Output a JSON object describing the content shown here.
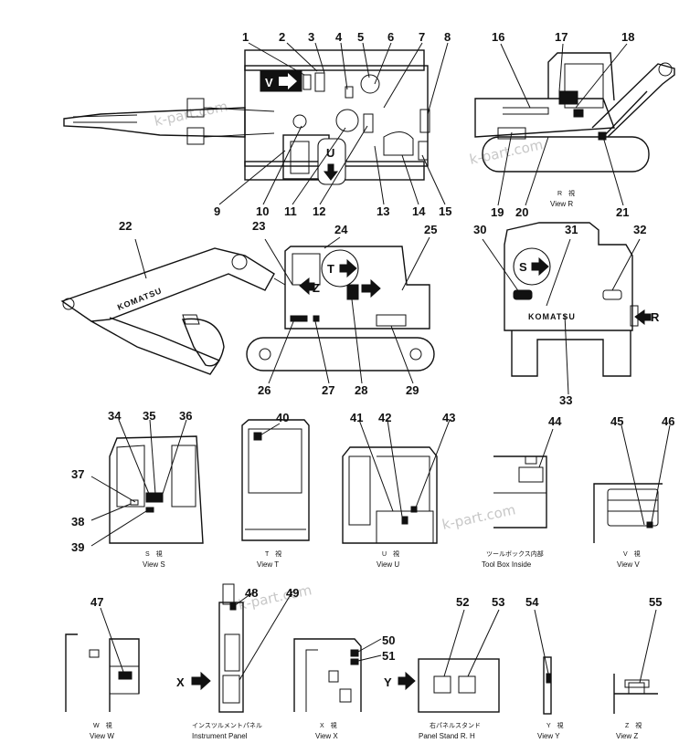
{
  "diagram": {
    "part_numbers": [
      "1",
      "2",
      "3",
      "4",
      "5",
      "6",
      "7",
      "8",
      "9",
      "10",
      "11",
      "12",
      "13",
      "14",
      "15",
      "16",
      "17",
      "18",
      "19",
      "20",
      "21",
      "22",
      "23",
      "24",
      "25",
      "26",
      "27",
      "28",
      "29",
      "30",
      "31",
      "32",
      "33",
      "34",
      "35",
      "36",
      "37",
      "38",
      "39",
      "40",
      "41",
      "42",
      "43",
      "44",
      "45",
      "46",
      "47",
      "48",
      "49",
      "50",
      "51",
      "52",
      "53",
      "54",
      "55"
    ],
    "view_markers": {
      "V": "V",
      "U": "U",
      "T": "T",
      "W": "W",
      "Z": "Z",
      "S": "S",
      "R": "R",
      "X": "X",
      "Y": "Y"
    },
    "brand_text": "KOMATSU",
    "watermark": "k-part.com",
    "captions": {
      "view_r": {
        "jp": "R　視",
        "en": "View  R"
      },
      "view_s": {
        "jp": "S　視",
        "en": "View  S"
      },
      "view_t": {
        "jp": "T　視",
        "en": "View  T"
      },
      "view_u": {
        "jp": "U　視",
        "en": "View  U"
      },
      "tool_box": {
        "jp": "ツールボックス内部",
        "en": "Tool  Box  Inside"
      },
      "view_v": {
        "jp": "V　視",
        "en": "View  V"
      },
      "view_w": {
        "jp": "W　視",
        "en": "View  W"
      },
      "instrument_panel": {
        "jp": "インスツルメントパネル",
        "en": "Instrument  Panel"
      },
      "view_x": {
        "jp": "X　視",
        "en": "View  X"
      },
      "panel_stand": {
        "jp": "右パネルスタンド",
        "en": "Panel  Stand  R. H"
      },
      "view_y": {
        "jp": "Y　視",
        "en": "View  Y"
      },
      "view_z": {
        "jp": "Z　視",
        "en": "View  Z"
      }
    }
  }
}
